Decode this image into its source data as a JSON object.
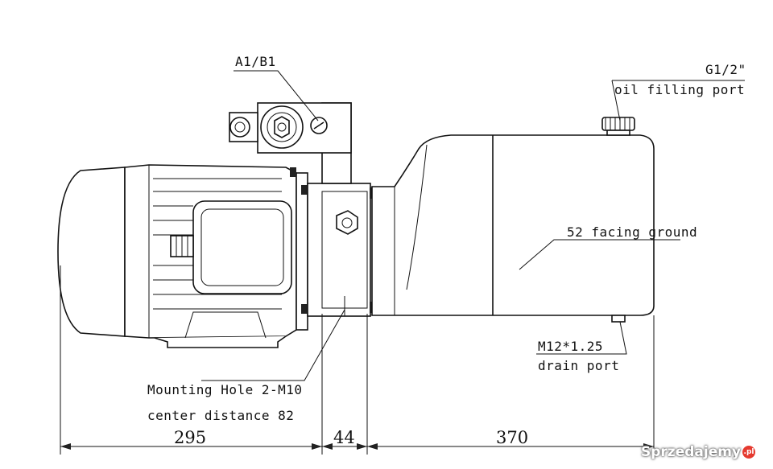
{
  "annotations": {
    "port_a1b1": "A1/B1",
    "filling_thread": "G1/2\"",
    "filling_port": "oil filling port",
    "facing": "52 facing ground",
    "drain_thread": "M12*1.25",
    "drain_port": "drain port",
    "mounting_hole": "Mounting Hole 2-M10",
    "center_distance": "center distance 82"
  },
  "dimensions": {
    "motor_length": "295",
    "adapter_length": "44",
    "tank_length": "370"
  },
  "watermark": {
    "text": "Sprzedajemy",
    "suffix": ".pl"
  }
}
